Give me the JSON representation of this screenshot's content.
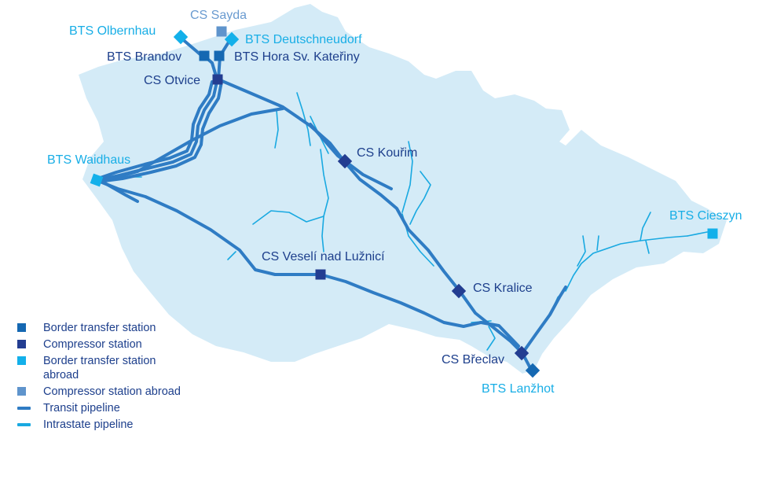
{
  "colors": {
    "country_fill": "#d4ebf7",
    "transit_pipeline": "#2f7cc4",
    "intrastate_pipeline": "#19a9e1",
    "border_transfer_station": "#1568b2",
    "compressor_station": "#233d91",
    "border_transfer_station_abroad": "#13b0ea",
    "compressor_station_abroad": "#5f94cc",
    "label_domestic": "#1d3f8c",
    "label_abroad": "#18aee6",
    "label_abroad_compressor": "#6a9bd0"
  },
  "stations": {
    "cs_sayda": {
      "label": "CS Sayda",
      "type": "compressor_station_abroad"
    },
    "bts_olbernhau": {
      "label": "BTS Olbernhau",
      "type": "border_transfer_station_abroad"
    },
    "bts_deutschneudorf": {
      "label": "BTS Deutschneudorf",
      "type": "border_transfer_station_abroad"
    },
    "bts_brandov": {
      "label": "BTS Brandov",
      "type": "border_transfer_station"
    },
    "bts_hora": {
      "label": "BTS Hora Sv. Kateřiny",
      "type": "border_transfer_station"
    },
    "cs_otvice": {
      "label": "CS Otvice",
      "type": "compressor_station"
    },
    "bts_waidhaus": {
      "label": "BTS Waidhaus",
      "type": "border_transfer_station_abroad"
    },
    "cs_kourim": {
      "label": "CS Kouřim",
      "type": "compressor_station"
    },
    "cs_veseli": {
      "label": "CS Veselí nad Lužnicí",
      "type": "compressor_station"
    },
    "bts_cieszyn": {
      "label": "BTS Cieszyn",
      "type": "border_transfer_station_abroad"
    },
    "cs_kralice": {
      "label": "CS Kralice",
      "type": "compressor_station"
    },
    "cs_breclav": {
      "label": "CS Břeclav",
      "type": "compressor_station"
    },
    "bts_lanzhot": {
      "label": "BTS Lanžhot",
      "type": "border_transfer_station"
    }
  },
  "legend": [
    {
      "label": "Border transfer station",
      "symbol": "square",
      "color": "#1568b2"
    },
    {
      "label": "Compressor station",
      "symbol": "square",
      "color": "#233d91"
    },
    {
      "label": "Border transfer station abroad",
      "symbol": "square",
      "color": "#13b0ea"
    },
    {
      "label": "Compressor station abroad",
      "symbol": "square",
      "color": "#5f94cc"
    },
    {
      "label": "Transit pipeline",
      "symbol": "line",
      "color": "#2f7cc4"
    },
    {
      "label": "Intrastate pipeline",
      "symbol": "line",
      "color": "#19a9e1"
    }
  ]
}
